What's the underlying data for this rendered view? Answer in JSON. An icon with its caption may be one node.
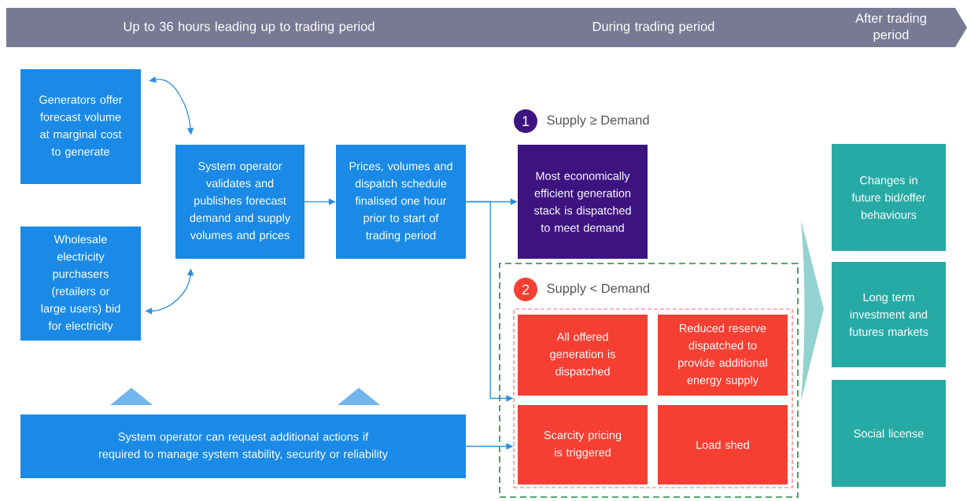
{
  "diagram": {
    "nodes": [
      {
        "text": [
          "Up to 36 hours leading up to trading period"
        ]
      },
      {
        "text": [
          "During trading period"
        ]
      },
      {
        "text": [
          "After trading period"
        ]
      },
      {
        "text": [
          "Generators offer forecast volume at marginal cost to generate"
        ]
      },
      {
        "text": [
          "Wholesale electricity purchasers (retailers or large users) bid for electricity"
        ]
      },
      {
        "text": [
          "System operator validates and publishes forecast demand and supply volumes and prices"
        ]
      },
      {
        "text": [
          "Prices, volumes and dispatch schedule finalised one hour prior to start of trading period"
        ]
      },
      {
        "text": [
          "1"
        ],
        "beside": [
          "Supply ≥ Demand"
        ]
      },
      {
        "text": [
          "Most economically efficient generation stack is dispatched to meet demand"
        ]
      },
      {
        "text": [],
        "shape": "box"
      },
      {
        "text": [
          "2"
        ],
        "beside": [
          "Supply < Demand"
        ],
        "in": 9
      },
      {
        "text": [],
        "shape": "box",
        "in": 9
      },
      {
        "text": [
          "All offered generation is dispatched"
        ],
        "in": 11
      },
      {
        "text": [
          "Reduced reserve dispatched to provide additional energy supply"
        ],
        "in": 11
      },
      {
        "text": [
          "Scarcity pricing is triggered"
        ],
        "in": 11
      },
      {
        "text": [
          "Load shed"
        ],
        "in": 11
      },
      {
        "text": [
          "Changes in future bid/offer behaviours"
        ]
      },
      {
        "text": [
          "Long term investment and futures markets"
        ]
      },
      {
        "text": [
          "Social license"
        ]
      },
      {
        "text": [
          "System operator can request additional actions if required to manage system stability, security or reliability"
        ]
      }
    ],
    "edges": [
      {
        "from": 3,
        "to": 5,
        "arrow": "both"
      },
      {
        "from": 4,
        "to": 5,
        "arrow": "both"
      },
      {
        "from": 5,
        "to": 6,
        "arrow": "to"
      },
      {
        "from": 6,
        "to": 8,
        "arrow": "to"
      },
      {
        "from": 6,
        "to": 11,
        "arrow": "to"
      },
      {
        "from": 19,
        "to": 11,
        "arrow": "to"
      }
    ]
  }
}
